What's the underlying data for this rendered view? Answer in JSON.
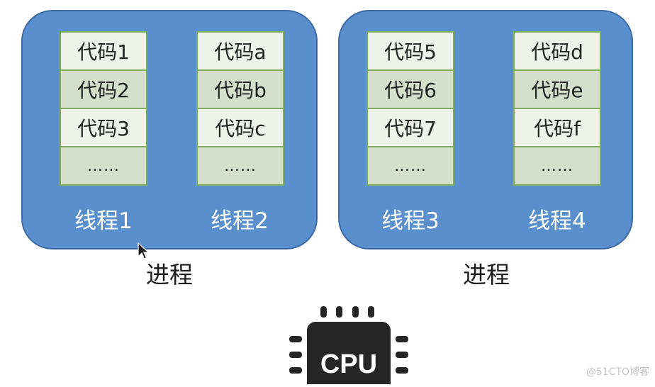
{
  "processes": [
    {
      "label": "进程",
      "threads": [
        {
          "label": "线程1",
          "cells": [
            "代码1",
            "代码2",
            "代码3",
            "……"
          ]
        },
        {
          "label": "线程2",
          "cells": [
            "代码a",
            "代码b",
            "代码c",
            "……"
          ]
        }
      ]
    },
    {
      "label": "进程",
      "threads": [
        {
          "label": "线程3",
          "cells": [
            "代码5",
            "代码6",
            "代码7",
            "……"
          ]
        },
        {
          "label": "线程4",
          "cells": [
            "代码d",
            "代码e",
            "代码f",
            "……"
          ]
        }
      ]
    }
  ],
  "cpu": {
    "label": "CPU",
    "icon": "cpu-chip-icon"
  },
  "watermark": "@51CTO博客",
  "colors": {
    "process_fill": "#5a8fce",
    "cell_light": "#eef2ea",
    "cell_dark": "#d5dfcc",
    "cell_border": "#7fae5b",
    "chip": "#262626"
  }
}
